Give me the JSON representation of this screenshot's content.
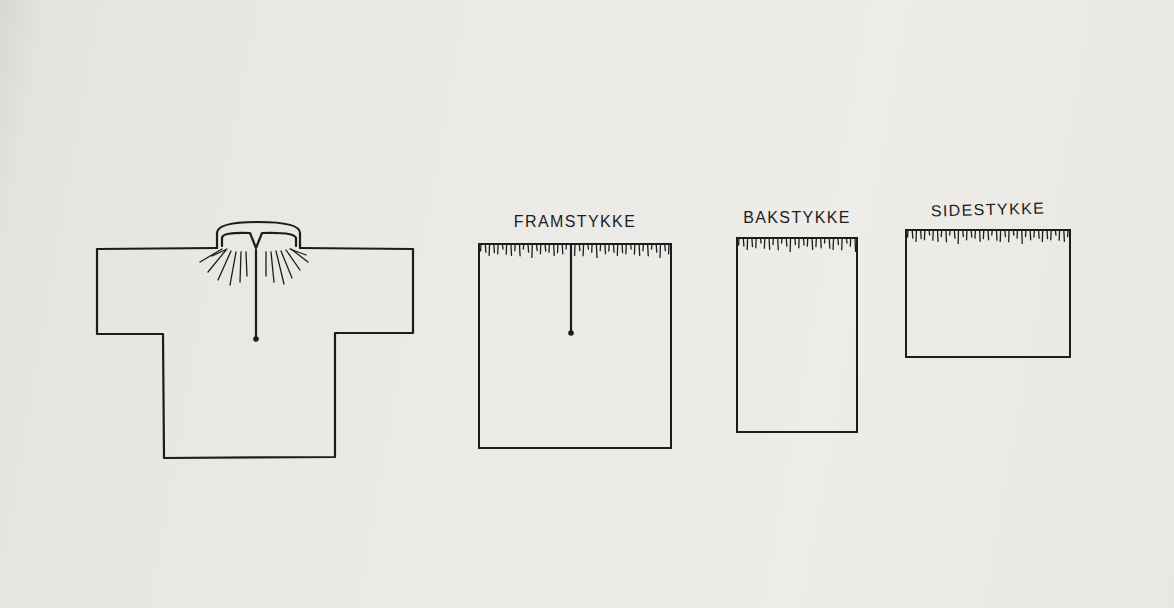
{
  "diagram": {
    "nodes": [
      {
        "text": [
          "FRAMSTYKKE"
        ]
      },
      {
        "text": [
          "BAKSTYKKE"
        ]
      },
      {
        "text": [
          "SIDESTYKKE"
        ]
      }
    ]
  }
}
